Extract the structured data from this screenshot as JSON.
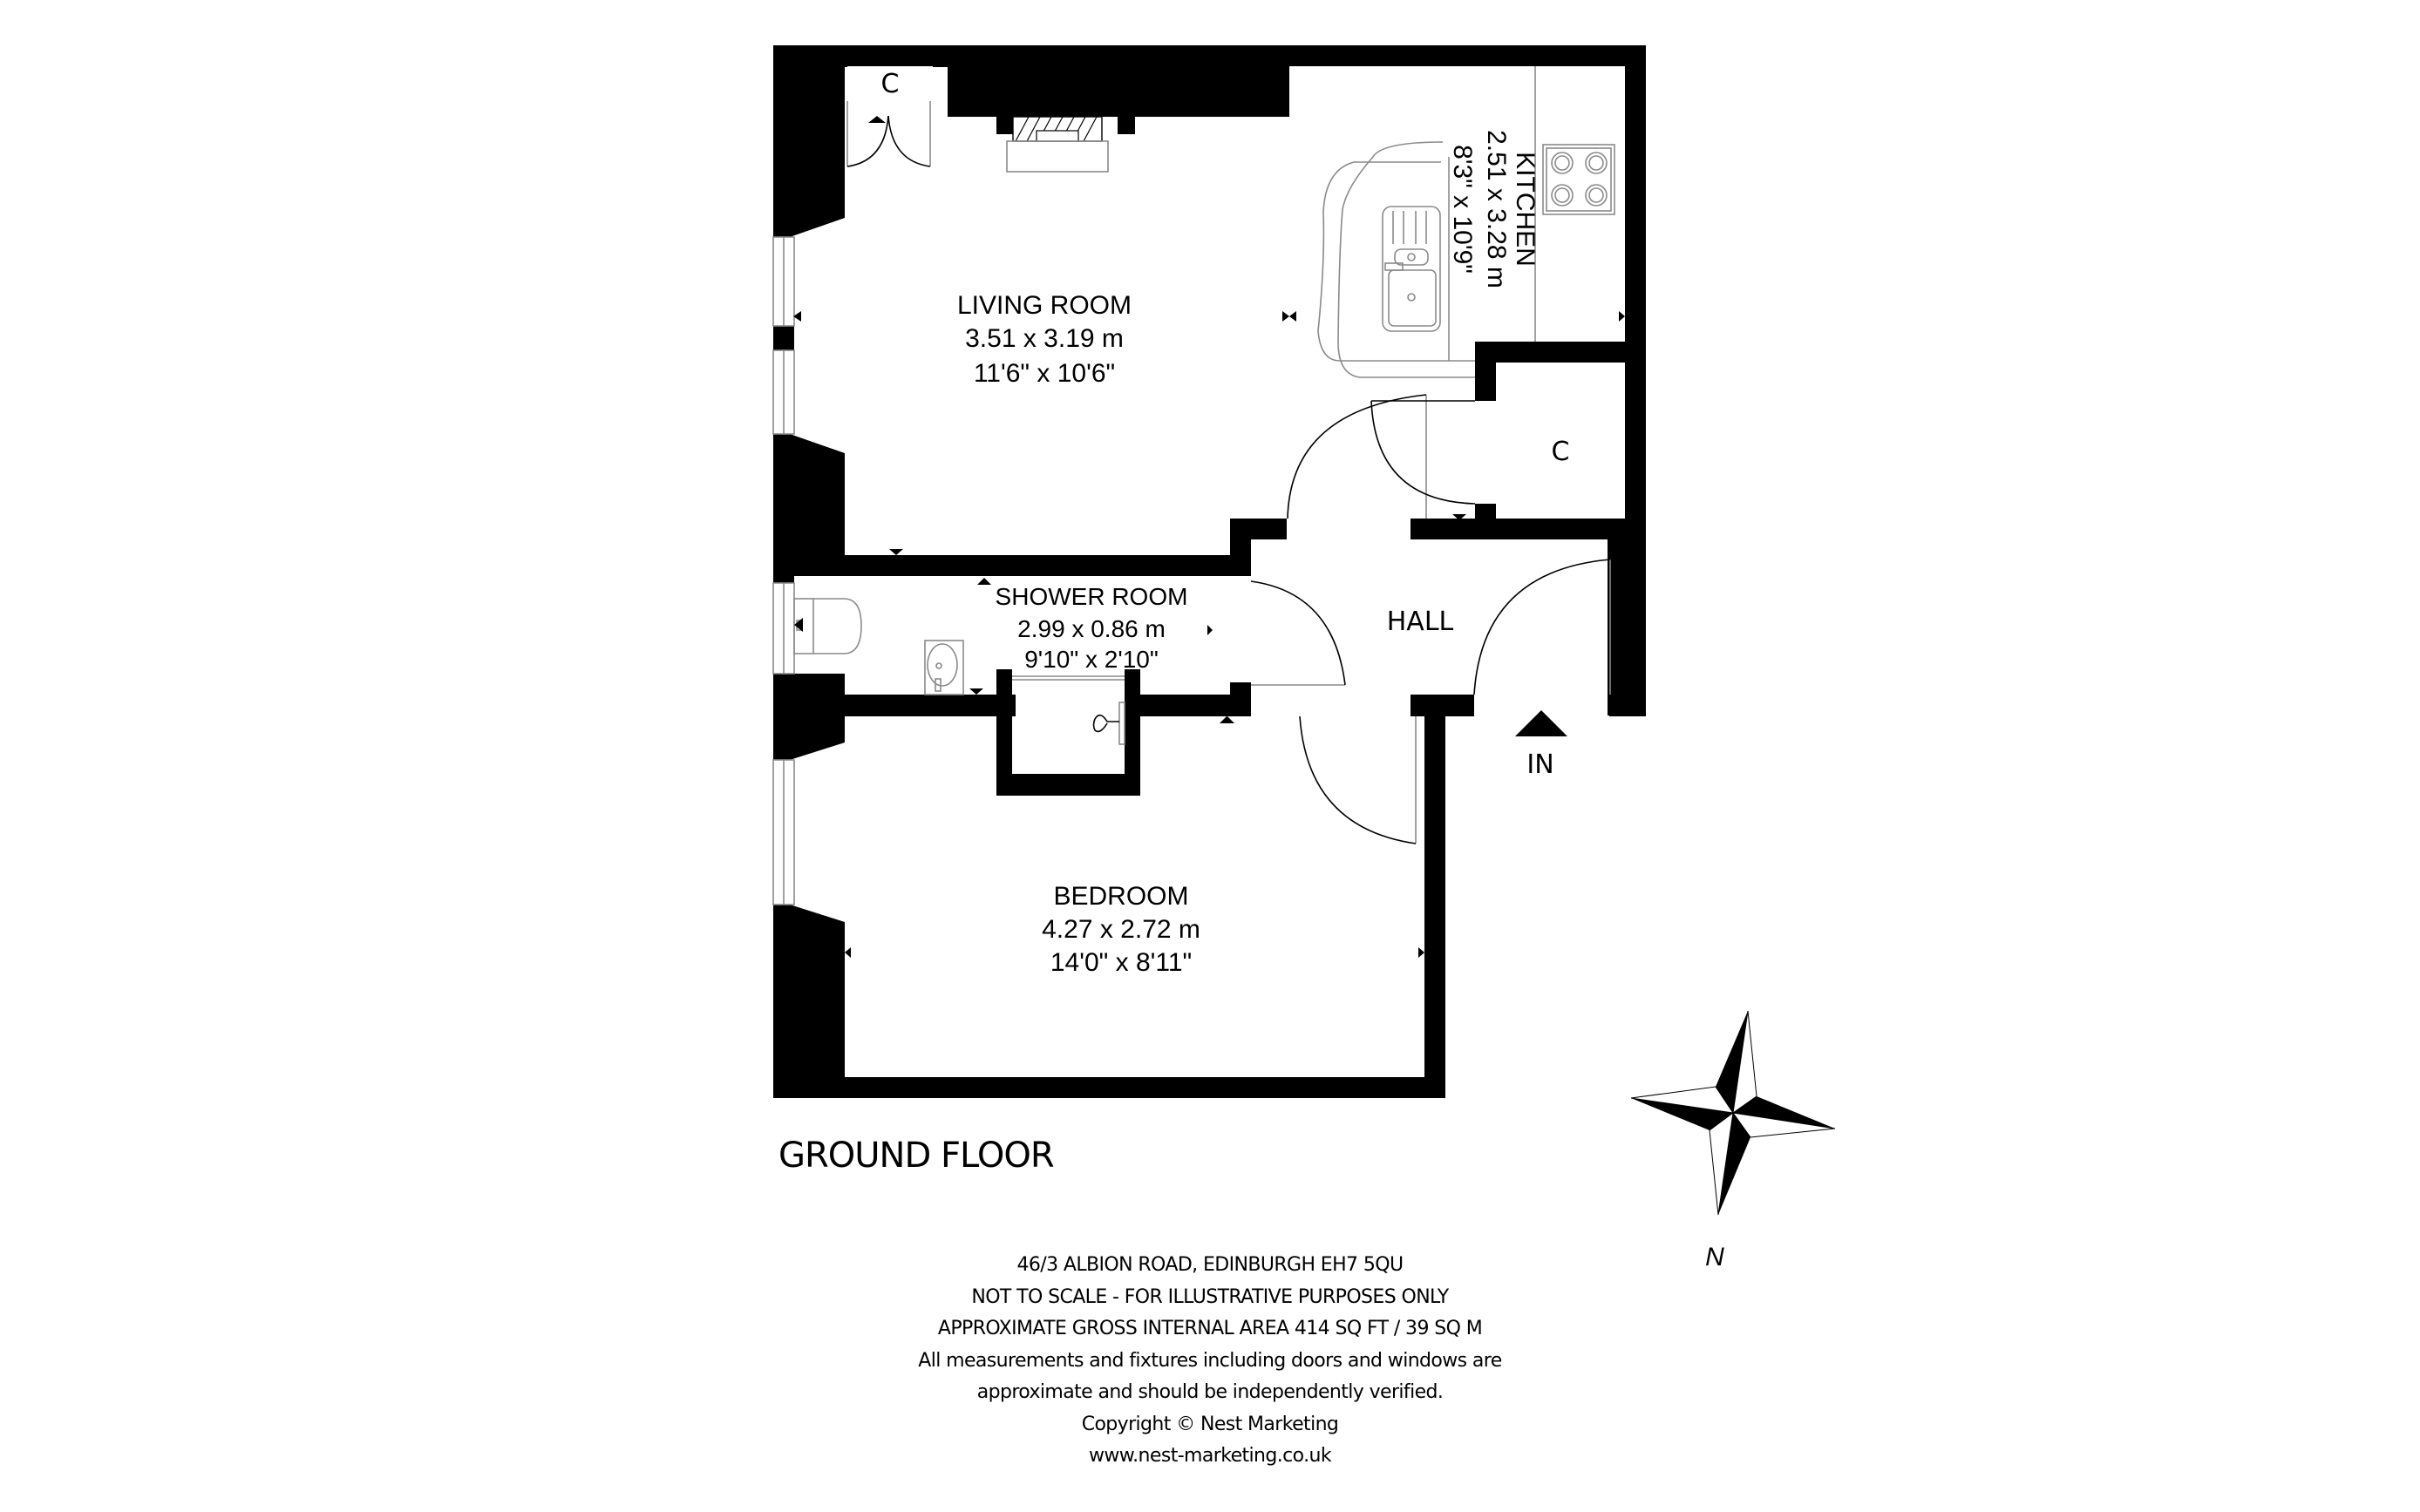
{
  "floor": {
    "label": "GROUND FLOOR"
  },
  "rooms": {
    "living_room": {
      "name": "LIVING ROOM",
      "metric": "3.51 x 3.19 m",
      "imperial": "11'6\" x 10'6\""
    },
    "kitchen": {
      "name": "KITCHEN",
      "metric": "2.51 x 3.28 m",
      "imperial": "8'3\" x 10'9\""
    },
    "shower_room": {
      "name": "SHOWER ROOM",
      "metric": "2.99 x 0.86 m",
      "imperial": "9'10\" x 2'10\""
    },
    "bedroom": {
      "name": "BEDROOM",
      "metric": "4.27 x 2.72 m",
      "imperial": "14'0\" x 8'11\""
    },
    "hall": {
      "name": "HALL"
    },
    "cupboard_living": {
      "name": "C"
    },
    "cupboard_hall": {
      "name": "C"
    }
  },
  "entrance": {
    "label": "IN",
    "icon": "entrance-arrow-icon"
  },
  "compass": {
    "label": "N",
    "icon": "compass-rose-icon"
  },
  "footer": {
    "lines": [
      "46/3 ALBION ROAD, EDINBURGH EH7 5QU",
      "NOT TO SCALE - FOR ILLUSTRATIVE PURPOSES ONLY",
      "APPROXIMATE GROSS INTERNAL AREA 414 SQ FT / 39 SQ M",
      "All measurements and fixtures including doors and windows are",
      "approximate and should be independently verified.",
      "Copyright © Nest Marketing",
      "www.nest-marketing.co.uk"
    ]
  },
  "colors": {
    "wall": "#000000",
    "background": "#ffffff",
    "fixture_line": "#8a8a8a"
  }
}
